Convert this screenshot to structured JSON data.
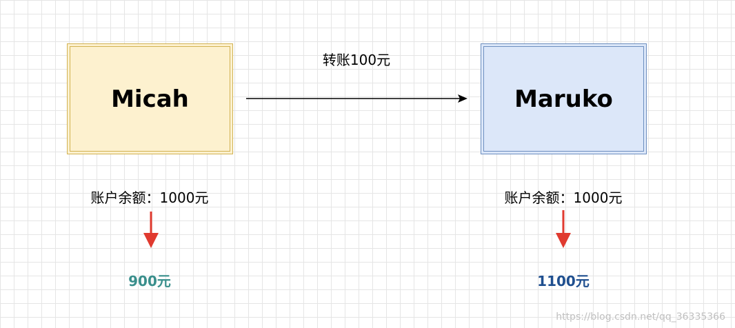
{
  "nodes": {
    "sender": {
      "label": "Micah",
      "fill": "#fdf1cf",
      "stroke": "#d1b251"
    },
    "receiver": {
      "label": "Maruko",
      "fill": "#dce7f9",
      "stroke": "#6c8ebf"
    }
  },
  "transfer": {
    "label": "转账100元"
  },
  "sender_account": {
    "balance_label": "账户余额：1000元",
    "result": "900元",
    "result_color": "#3a8f8c"
  },
  "receiver_account": {
    "balance_label": "账户余额：1000元",
    "result": "1100元",
    "result_color": "#1f4f8f"
  },
  "colors": {
    "down_arrow": "#e03a2f",
    "transfer_arrow": "#000000"
  },
  "watermark": "https://blog.csdn.net/qq_36335366"
}
